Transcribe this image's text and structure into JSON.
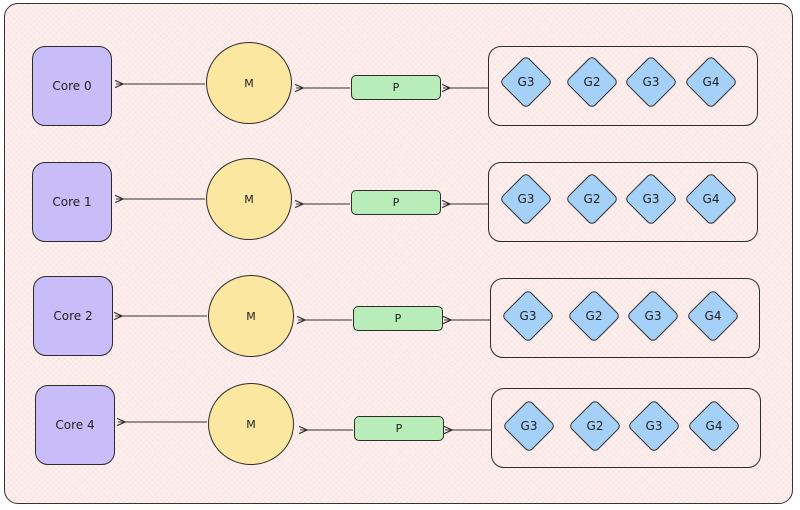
{
  "colors": {
    "core_fill": "#c8bdf8",
    "m_fill": "#fbe7a0",
    "p_fill": "#b8ecb8",
    "g_fill": "#a5d0f8",
    "background": "#fdf0ef",
    "stroke": "#2c2c2c"
  },
  "rows": [
    {
      "core": "Core 0",
      "m": "M",
      "p": "P",
      "goroutines": [
        "G3",
        "G2",
        "G3",
        "G4"
      ]
    },
    {
      "core": "Core 1",
      "m": "M",
      "p": "P",
      "goroutines": [
        "G3",
        "G2",
        "G3",
        "G4"
      ]
    },
    {
      "core": "Core 2",
      "m": "M",
      "p": "P",
      "goroutines": [
        "G3",
        "G2",
        "G3",
        "G4"
      ]
    },
    {
      "core": "Core 4",
      "m": "M",
      "p": "P",
      "goroutines": [
        "G3",
        "G2",
        "G3",
        "G4"
      ]
    }
  ],
  "edges": [
    {
      "from": "local-run-queue",
      "to": "P"
    },
    {
      "from": "P",
      "to": "M"
    },
    {
      "from": "M",
      "to": "Core"
    }
  ]
}
